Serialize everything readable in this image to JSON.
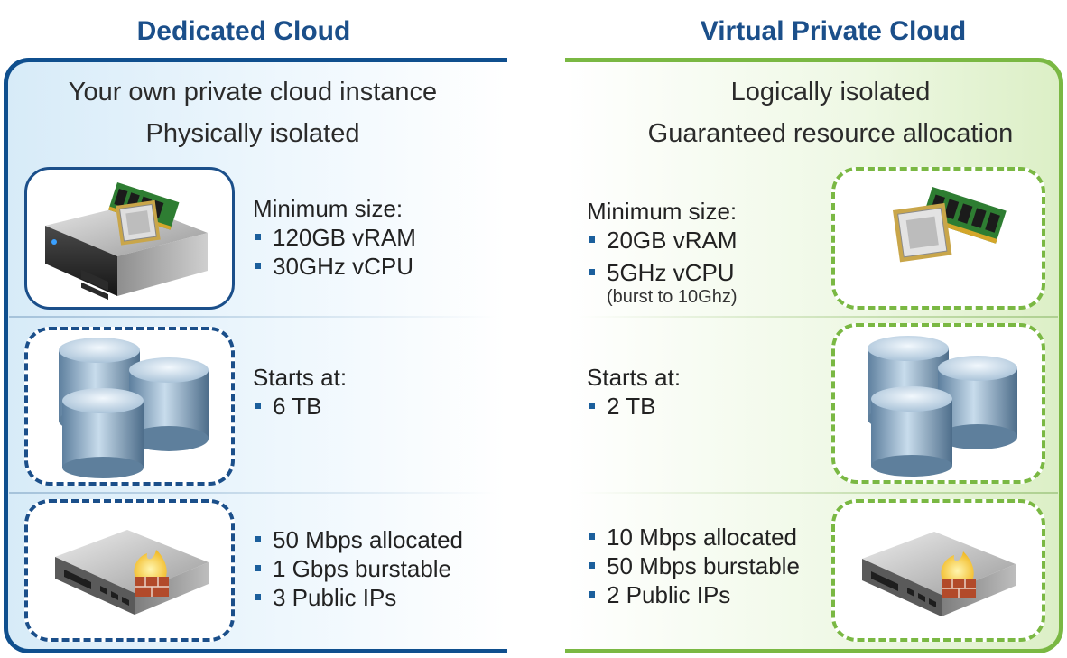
{
  "left": {
    "title": "Dedicated Cloud",
    "tagline_1": "Your own private cloud instance",
    "tagline_2": "Physically isolated",
    "compute": {
      "heading": "Minimum size:",
      "items": [
        "120GB vRAM",
        "30GHz vCPU"
      ]
    },
    "storage": {
      "heading": "Starts at:",
      "items": [
        "6 TB"
      ]
    },
    "network": {
      "items": [
        "50 Mbps allocated",
        "1 Gbps burstable",
        "3 Public IPs"
      ]
    }
  },
  "right": {
    "title": "Virtual Private Cloud",
    "tagline_1": "Logically isolated",
    "tagline_2": "Guaranteed resource allocation",
    "compute": {
      "heading": "Minimum size:",
      "items": [
        "20GB vRAM",
        "5GHz vCPU"
      ],
      "note": "(burst to 10Ghz)"
    },
    "storage": {
      "heading": "Starts at:",
      "items": [
        "2 TB"
      ]
    },
    "network": {
      "items": [
        "10 Mbps allocated",
        "50 Mbps burstable",
        "2 Public IPs"
      ]
    }
  },
  "colors": {
    "blue": "#1b4f8a",
    "green": "#7ab843"
  },
  "icons": [
    "server-icon",
    "database-icon",
    "firewall-router-icon",
    "cpu-ram-icon"
  ]
}
